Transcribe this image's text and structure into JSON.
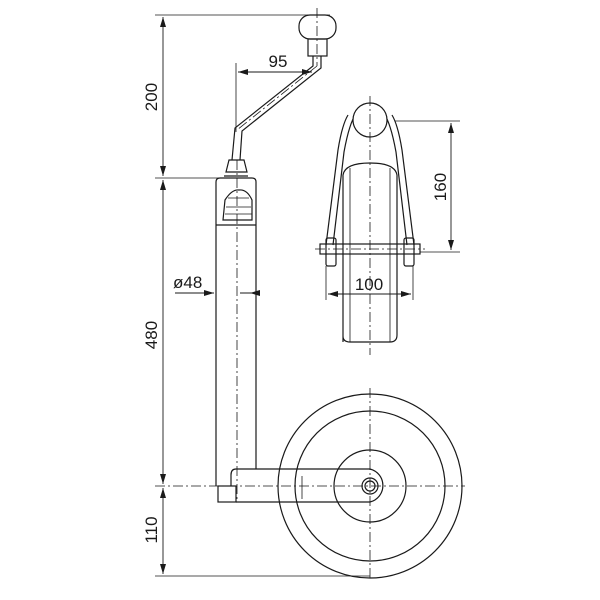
{
  "drawing": {
    "title": "Jockey wheel technical drawing",
    "dimensions": {
      "crank_height": "200",
      "crank_offset": "95",
      "tube_height": "480",
      "tube_diameter": "ø48",
      "wheel_axle_height": "110",
      "fork_height": "160",
      "wheel_width": "100"
    }
  }
}
